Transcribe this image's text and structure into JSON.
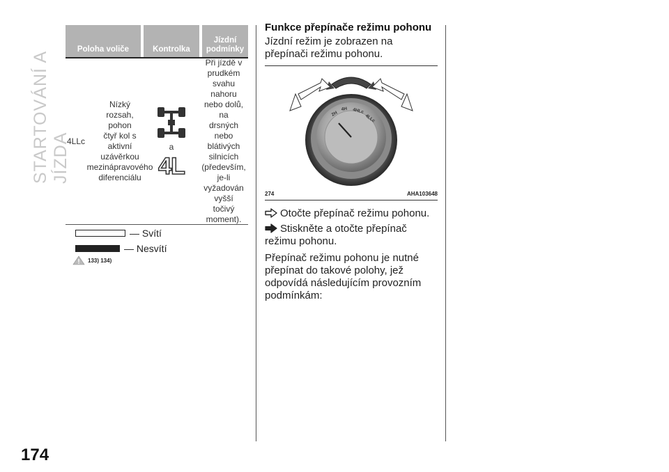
{
  "sidebar_title": "STARTOVÁNÍ A JÍZDA",
  "page_number": "174",
  "table": {
    "headers": [
      "Poloha voliče",
      "Kontrolka",
      "Jízdní podmínky"
    ],
    "row": {
      "position": "4LLc",
      "description": "Nízký\nrozsah,\npohon\nčtyř kol s\naktivní\nuzávěrkou\nmezinápravového\ndiferenciálu",
      "indicator_joiner": "a",
      "indicator_label": "4L",
      "conditions": "Při jízdě v\nprudkém\nsvahu\nnahoru\nnebo dolů,\nna\ndrsných\nnebo\nblátivých\nsilnicích\n(především,\nje-li\nvyžadován\nvyšší\ntočivý\nmoment)."
    }
  },
  "legend": {
    "on": "— Svítí",
    "off": "— Nesvítí"
  },
  "references": "133) 134)",
  "section": {
    "title": "Funkce přepínače režimu pohonu",
    "intro": "Jízdní režim je zobrazen na přepínači režimu pohonu."
  },
  "figure": {
    "number": "274",
    "code": "AHA103648",
    "knob_labels": [
      "2H",
      "4H",
      "4HLc",
      "4LLc"
    ]
  },
  "steps": [
    "Otočte přepínač režimu pohonu.",
    "Stiskněte a otočte přepínač režimu pohonu."
  ],
  "paragraph": "Přepínač režimu pohonu je nutné přepínat do takové polohy, jež odpovídá následujícím provozním podmínkám:"
}
